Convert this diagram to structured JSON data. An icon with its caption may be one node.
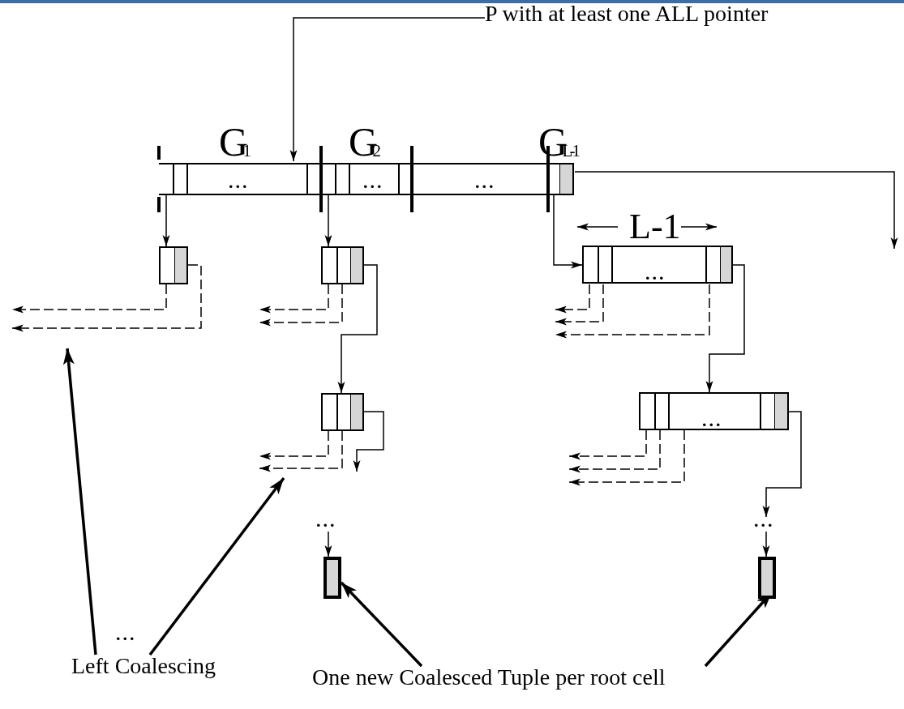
{
  "diagram": {
    "nodes": [
      {
        "text": [
          "P with at least one ALL pointer"
        ]
      },
      {
        "text": [],
        "shape": "box"
      },
      {
        "text": [
          "G$_{1}$",
          "..."
        ],
        "in": 1
      },
      {
        "text": [
          "G$_{2}$",
          "..."
        ],
        "in": 1
      },
      {
        "text": [
          "..."
        ],
        "in": 1
      },
      {
        "text": [
          "G$_{L-1}$"
        ],
        "in": 1
      },
      {
        "text": [],
        "shape": "box"
      },
      {
        "text": [],
        "shape": "box"
      },
      {
        "text": [],
        "shape": "box"
      },
      {
        "text": [
          "L-1",
          "..."
        ]
      },
      {
        "text": [
          "..."
        ]
      },
      {
        "text": [
          "..."
        ]
      },
      {
        "text": [],
        "shape": "box"
      },
      {
        "text": [
          "..."
        ]
      },
      {
        "text": [],
        "shape": "box"
      },
      {
        "text": [
          "Left Coalescing"
        ]
      },
      {
        "text": [
          "One new Coalesced Tuple per root cell"
        ]
      }
    ],
    "edges": [
      {
        "from": 0,
        "to": 2,
        "arrow": "to"
      },
      {
        "from": 2,
        "to": 6,
        "arrow": "to"
      },
      {
        "from": 3,
        "to": 7,
        "arrow": "to"
      },
      {
        "from": 5,
        "to": 9,
        "arrow": "to"
      },
      {
        "from": 5,
        "to": null,
        "arrow": "to"
      },
      {
        "from": 7,
        "to": 8,
        "arrow": "to"
      },
      {
        "from": 8,
        "to": null,
        "arrow": "to"
      },
      {
        "from": 9,
        "to": 10,
        "arrow": "to"
      },
      {
        "from": 10,
        "to": 13,
        "arrow": "to"
      },
      {
        "from": 11,
        "to": 12,
        "arrow": "to"
      },
      {
        "from": 13,
        "to": 14,
        "arrow": "to"
      },
      {
        "from": 6,
        "to": null,
        "arrow": "to",
        "style": "dashed"
      },
      {
        "from": 6,
        "to": null,
        "arrow": "to",
        "style": "dashed"
      },
      {
        "from": 7,
        "to": null,
        "arrow": "to",
        "style": "dashed"
      },
      {
        "from": 7,
        "to": null,
        "arrow": "to",
        "style": "dashed"
      },
      {
        "from": 8,
        "to": null,
        "arrow": "to",
        "style": "dashed"
      },
      {
        "from": 8,
        "to": null,
        "arrow": "to",
        "style": "dashed"
      },
      {
        "from": 9,
        "to": null,
        "arrow": "to",
        "style": "dashed"
      },
      {
        "from": 9,
        "to": null,
        "arrow": "to",
        "style": "dashed"
      },
      {
        "from": 9,
        "to": null,
        "arrow": "to",
        "style": "dashed"
      },
      {
        "from": 10,
        "to": null,
        "arrow": "to",
        "style": "dashed"
      },
      {
        "from": 10,
        "to": null,
        "arrow": "to",
        "style": "dashed"
      },
      {
        "from": 10,
        "to": null,
        "arrow": "to",
        "style": "dashed"
      },
      {
        "from": 15,
        "to": null,
        "arrow": "to",
        "style": "thick"
      },
      {
        "from": 15,
        "to": null,
        "arrow": "to",
        "style": "thick"
      },
      {
        "from": 16,
        "to": 12,
        "arrow": "to",
        "style": "thick"
      },
      {
        "from": 16,
        "to": 14,
        "arrow": "to",
        "style": "thick"
      }
    ],
    "labels": [
      "..."
    ]
  }
}
